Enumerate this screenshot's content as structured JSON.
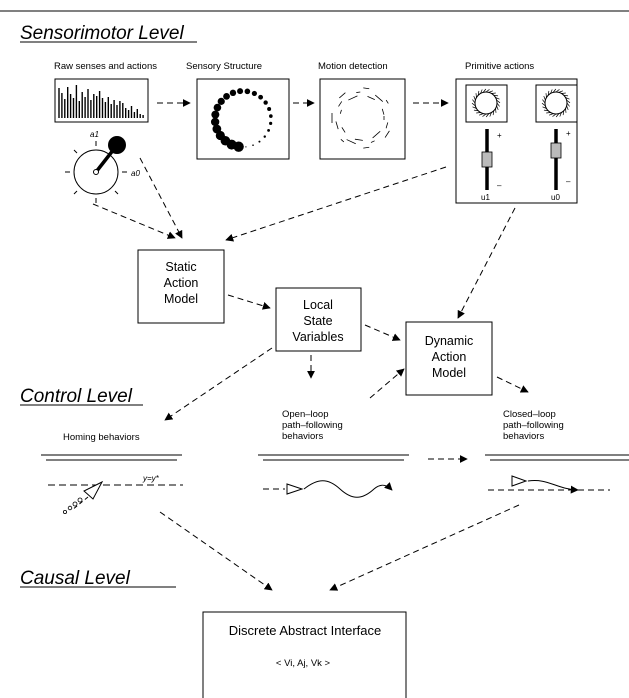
{
  "levels": {
    "sensorimotor": "Sensorimotor Level",
    "control": "Control Level",
    "causal": "Causal Level"
  },
  "panels": {
    "raw": "Raw senses and actions",
    "sensory": "Sensory Structure",
    "motion": "Motion detection",
    "primitive": "Primitive actions"
  },
  "dial": {
    "a1": "a1",
    "a0": "a0"
  },
  "sliders": {
    "plus": "+",
    "minus": "–",
    "u1": "u1",
    "u0": "u0"
  },
  "models": {
    "static": [
      "Static",
      "Action",
      "Model"
    ],
    "local": [
      "Local",
      "State",
      "Variables"
    ],
    "dynamic": [
      "Dynamic",
      "Action",
      "Model"
    ]
  },
  "behaviors": {
    "homing": "Homing behaviors",
    "open_loop": [
      "Open–loop",
      "path–following",
      "behaviors"
    ],
    "closed_loop": [
      "Closed–loop",
      "path–following",
      "behaviors"
    ],
    "y_eq": "y=y*"
  },
  "interface": {
    "title": "Discrete Abstract Interface",
    "tuple": "< Vi, Aj, Vk >"
  },
  "raw_bars": [
    30,
    25,
    19,
    31,
    24,
    20,
    33,
    17,
    26,
    21,
    29,
    18,
    24,
    22,
    27,
    20,
    16,
    21,
    14,
    18,
    13,
    17,
    15,
    10,
    8,
    12,
    6,
    9,
    4,
    3
  ]
}
